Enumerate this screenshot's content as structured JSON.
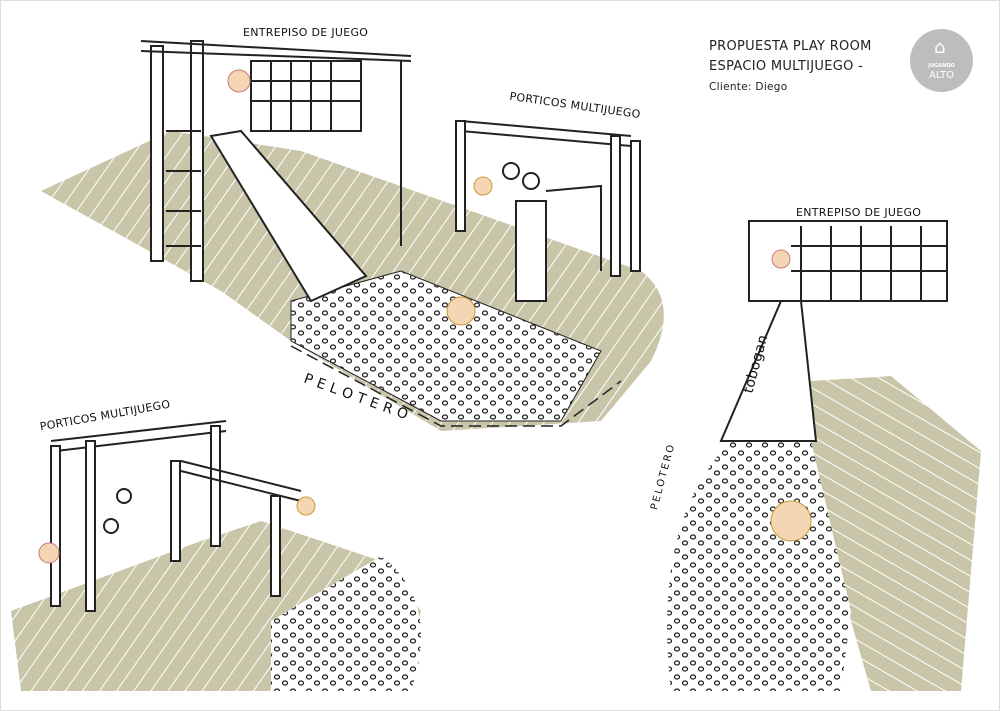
{
  "header": {
    "line1": "PROPUESTA PLAY ROOM",
    "line2": "ESPACIO MULTIJUEGO -",
    "client": "Cliente: Diego"
  },
  "logo": {
    "top": "JUGANDO",
    "bottom": "ALTO"
  },
  "labels": {
    "entrepiso_main": "ENTREPISO DE JUEGO",
    "porticos_main": "PORTICOS MULTIJUEGO",
    "pelotero_main": "P E L O T E R O",
    "porticos_bottom": "PORTICOS MULTIJUEGO",
    "entrepiso_right": "ENTREPISO DE JUEGO",
    "tobogan": "tobogan",
    "pelotero_right": "PELOTERO"
  },
  "colors": {
    "floor": "#c9c5a9",
    "ink": "#222222"
  }
}
